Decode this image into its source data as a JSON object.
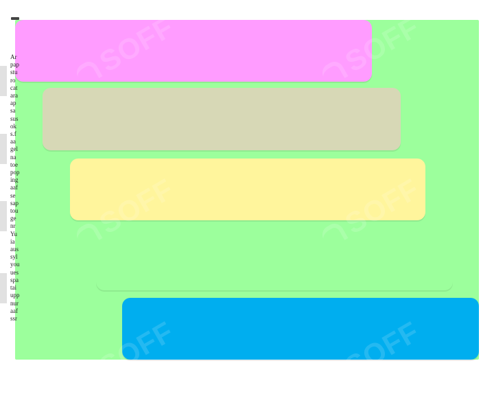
{
  "diagram": {
    "layers": [
      {
        "label": "",
        "color": "#ff9cff"
      },
      {
        "label": "",
        "color": "#d7d8b6"
      },
      {
        "label": "",
        "color": "#fff59c"
      },
      {
        "label": "",
        "color": "#9cff9c"
      },
      {
        "label": "",
        "color": "#00aeef"
      }
    ],
    "background_color": "#9cff9c"
  },
  "left_text": {
    "lines": [
      "Ar",
      "pap",
      "stu",
      "ro",
      "cat",
      "ara",
      "ap",
      "sa",
      "sus",
      "ok",
      "s.f",
      "aa",
      "gel",
      "na",
      "toe",
      "pop",
      "ing",
      "aaf",
      "se",
      "sap",
      "tou",
      "ge",
      "nr",
      "Yu",
      "ia",
      "aus",
      "syl",
      "you",
      "ues",
      "spa",
      "tai",
      "upp",
      "nur",
      "aaf",
      "ssr"
    ]
  },
  "watermark": {
    "text": "SOFF"
  }
}
